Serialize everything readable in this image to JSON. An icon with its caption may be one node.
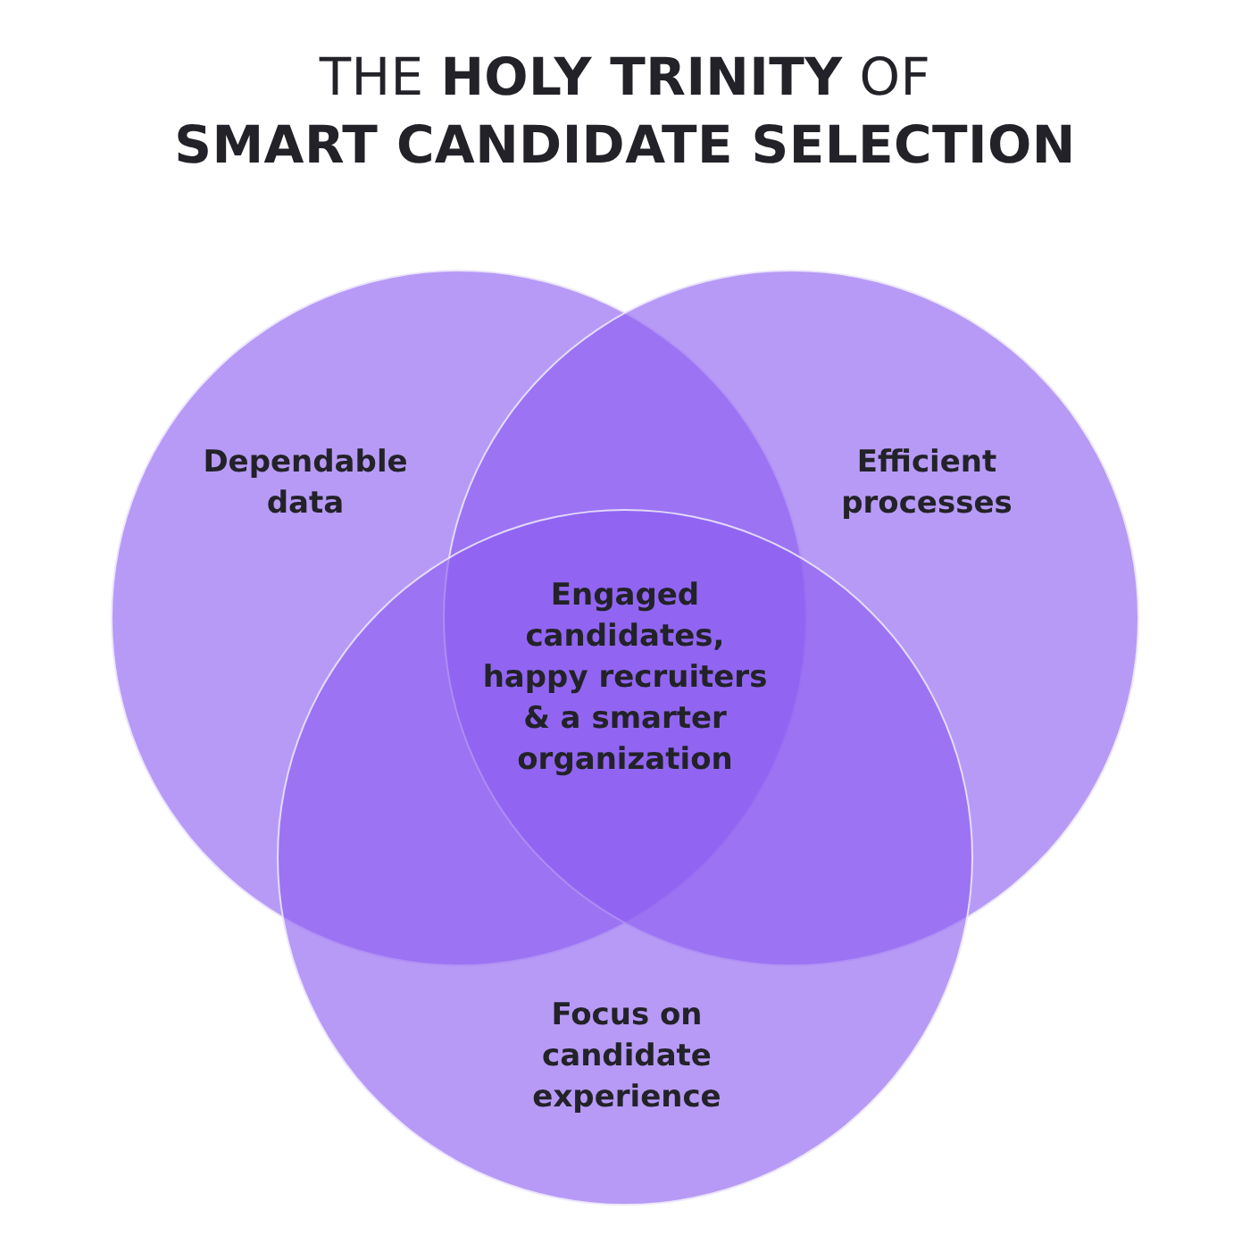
{
  "diagram": {
    "title": "THE **HOLY TRINITY** OF **SMART CANDIDATE SELECTION**",
    "nodes": [
      {
        "text": [
          "Dependable data"
        ]
      },
      {
        "text": [
          "Efficient processes"
        ]
      },
      {
        "text": [
          "Focus on candidate experience"
        ]
      }
    ],
    "labels": [
      "Engaged candidates, happy recruiters & a smarter organization"
    ]
  }
}
